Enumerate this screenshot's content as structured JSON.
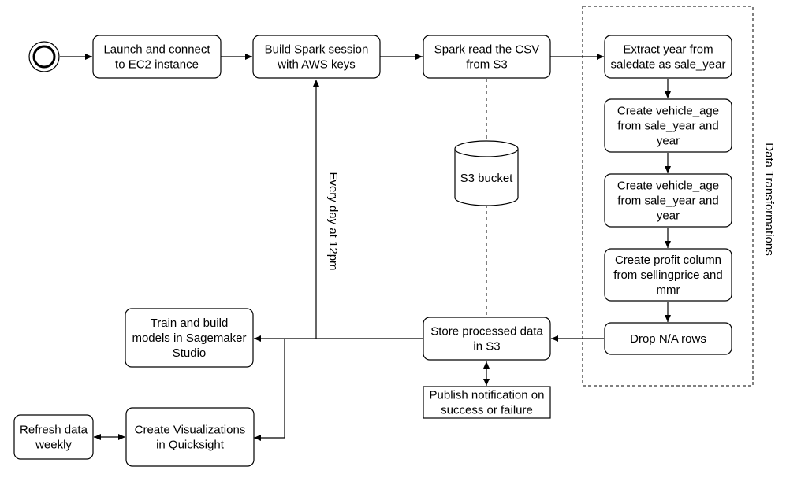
{
  "colors": {
    "stroke": "#000000",
    "fill": "#ffffff",
    "text": "#000000"
  },
  "nodes": {
    "launch_ec2": [
      "Launch and connect",
      "to EC2 instance"
    ],
    "spark_session": [
      "Build Spark session",
      "with AWS keys"
    ],
    "spark_read_csv": [
      "Spark read the CSV",
      "from S3"
    ],
    "extract_year": [
      "Extract year from",
      "saledate as sale_year"
    ],
    "vehicle_age_1": [
      "Create vehicle_age",
      "from sale_year and",
      "year"
    ],
    "vehicle_age_2": [
      "Create vehicle_age",
      "from sale_year and",
      "year"
    ],
    "profit_column": [
      "Create profit column",
      "from sellingprice and",
      "mmr"
    ],
    "drop_na": [
      "Drop N/A rows"
    ],
    "store_s3": [
      "Store processed data",
      "in S3"
    ],
    "publish_notification": [
      "Publish notification on",
      "success or failure"
    ],
    "sagemaker": [
      "Train and build",
      "models in Sagemaker",
      "Studio"
    ],
    "quicksight": [
      "Create Visualizations",
      "in Quicksight"
    ],
    "refresh_data": [
      "Refresh data",
      "weekly"
    ],
    "s3_bucket": [
      "S3 bucket"
    ]
  },
  "labels": {
    "schedule": "Every day at 12pm",
    "group_title": "Data Transformations"
  }
}
